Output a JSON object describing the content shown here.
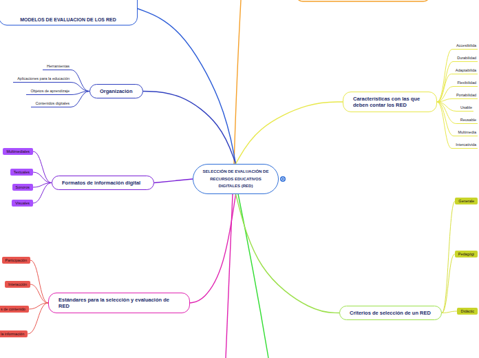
{
  "diagram": {
    "nodes": [
      {
        "text": [
          "SELECCIÓN DE EVALUACIÓN DE RECURSOS EDUCATIVOS DIGITALES (RED)"
        ]
      },
      {
        "text": [
          "MODELOS DE EVALUACION DE LOS RED"
        ]
      },
      {
        "text": [
          "Organización"
        ]
      },
      {
        "text": [
          "Herramientas"
        ]
      },
      {
        "text": [
          "Aplicaciones para la educación"
        ]
      },
      {
        "text": [
          "Objetos de aprendizaje"
        ]
      },
      {
        "text": [
          "Contenidos digitales"
        ]
      },
      {
        "text": [
          "Formatos de información digital"
        ]
      },
      {
        "text": [
          "Multimediales"
        ]
      },
      {
        "text": [
          "Textuales"
        ]
      },
      {
        "text": [
          "Sonoros"
        ]
      },
      {
        "text": [
          "Visuales"
        ]
      },
      {
        "text": [
          "Estándares para la selección y evaluación de RED"
        ]
      },
      {
        "text": [
          "Participación"
        ]
      },
      {
        "text": [
          "Interacción"
        ]
      },
      {
        "text": [
          "s de contenido"
        ]
      },
      {
        "text": [
          "la información"
        ]
      },
      {
        "text": [
          "Características con las que deben contar los RED"
        ]
      },
      {
        "text": [
          "Accesibilida"
        ]
      },
      {
        "text": [
          "Durabilidad"
        ]
      },
      {
        "text": [
          "Adaptabilida"
        ]
      },
      {
        "text": [
          "Flexibilidad"
        ]
      },
      {
        "text": [
          "Portabilidad"
        ]
      },
      {
        "text": [
          "Usable"
        ]
      },
      {
        "text": [
          "Reusable"
        ]
      },
      {
        "text": [
          "Multimedia"
        ]
      },
      {
        "text": [
          "Intercativida"
        ]
      },
      {
        "text": [
          "Criterios de selección de un RED"
        ]
      },
      {
        "text": [
          "Generale"
        ]
      },
      {
        "text": [
          "Pedagógi"
        ]
      },
      {
        "text": [
          "Didáctic"
        ]
      }
    ],
    "edges": [
      {
        "from": 0,
        "to": 1,
        "arrow": "none"
      },
      {
        "from": 0,
        "to": 2,
        "arrow": "none"
      },
      {
        "from": 0,
        "to": 7,
        "arrow": "none"
      },
      {
        "from": 0,
        "to": 12,
        "arrow": "none"
      },
      {
        "from": 0,
        "to": 17,
        "arrow": "none"
      },
      {
        "from": 0,
        "to": 27,
        "arrow": "none"
      },
      {
        "from": 2,
        "to": 3,
        "arrow": "none"
      },
      {
        "from": 2,
        "to": 4,
        "arrow": "none"
      },
      {
        "from": 2,
        "to": 5,
        "arrow": "none"
      },
      {
        "from": 2,
        "to": 6,
        "arrow": "none"
      },
      {
        "from": 7,
        "to": 8,
        "arrow": "none"
      },
      {
        "from": 7,
        "to": 9,
        "arrow": "none"
      },
      {
        "from": 7,
        "to": 10,
        "arrow": "none"
      },
      {
        "from": 7,
        "to": 11,
        "arrow": "none"
      },
      {
        "from": 12,
        "to": 13,
        "arrow": "none"
      },
      {
        "from": 12,
        "to": 14,
        "arrow": "none"
      },
      {
        "from": 12,
        "to": 15,
        "arrow": "none"
      },
      {
        "from": 12,
        "to": 16,
        "arrow": "none"
      },
      {
        "from": 17,
        "to": 18,
        "arrow": "none"
      },
      {
        "from": 17,
        "to": 19,
        "arrow": "none"
      },
      {
        "from": 17,
        "to": 20,
        "arrow": "none"
      },
      {
        "from": 17,
        "to": 21,
        "arrow": "none"
      },
      {
        "from": 17,
        "to": 22,
        "arrow": "none"
      },
      {
        "from": 17,
        "to": 23,
        "arrow": "none"
      },
      {
        "from": 17,
        "to": 24,
        "arrow": "none"
      },
      {
        "from": 17,
        "to": 25,
        "arrow": "none"
      },
      {
        "from": 17,
        "to": 26,
        "arrow": "none"
      },
      {
        "from": 27,
        "to": 28,
        "arrow": "none"
      },
      {
        "from": 27,
        "to": 29,
        "arrow": "none"
      },
      {
        "from": 27,
        "to": 30,
        "arrow": "none"
      }
    ]
  }
}
